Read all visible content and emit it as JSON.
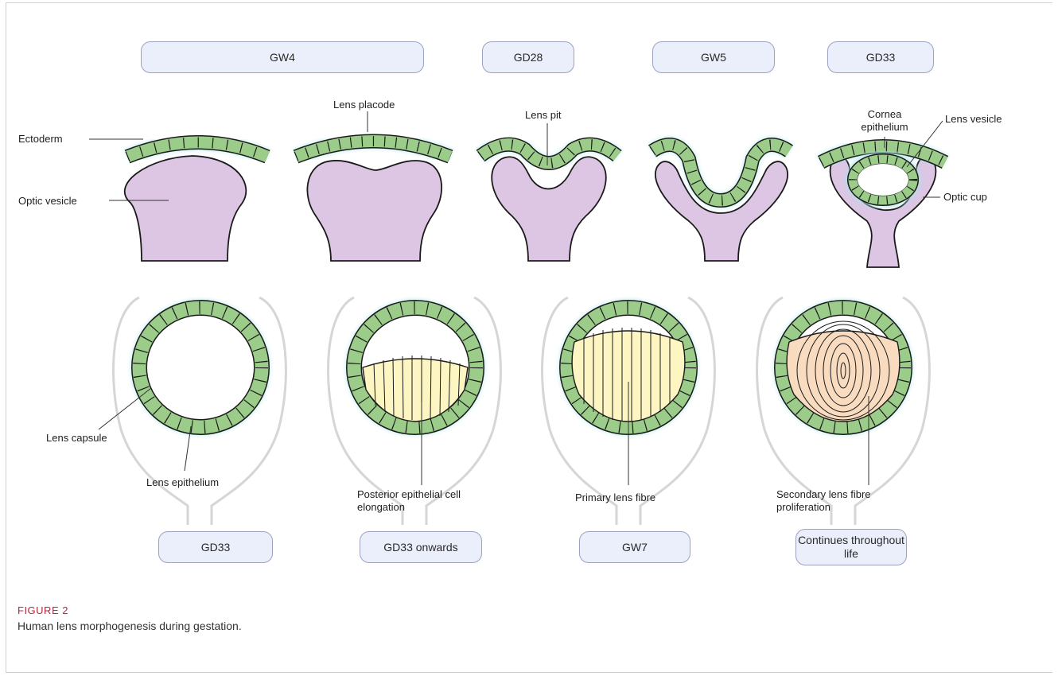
{
  "stages_top": [
    "GW4",
    "GD28",
    "GW5",
    "GD33"
  ],
  "stages_bottom": [
    "GD33",
    "GD33 onwards",
    "GW7",
    "Continues throughout life"
  ],
  "labels": {
    "ectoderm": "Ectoderm",
    "optic_vesicle": "Optic vesicle",
    "lens_placode": "Lens placode",
    "lens_pit": "Lens pit",
    "cornea_epithelium": "Cornea epithelium",
    "lens_vesicle": "Lens vesicle",
    "optic_cup": "Optic cup",
    "lens_capsule": "Lens capsule",
    "lens_epithelium": "Lens epithelium",
    "posterior_elongation": "Posterior epithelial cell elongation",
    "primary_fibre": "Primary lens fibre",
    "secondary_fibre": "Secondary lens fibre proliferation"
  },
  "caption": {
    "heading": "FIGURE 2",
    "text": "Human lens morphogenesis during gestation."
  },
  "colors": {
    "epithelium": "#9ccc8a",
    "optic_tissue": "#dcc6e4",
    "fibre_primary": "#fdf5c2",
    "fibre_secondary": "#f9dcc0",
    "capsule_glow": "#a8e4ea",
    "pill_fill": "#ebeefb",
    "pill_border": "#9aa2c0",
    "caption_heading": "#b12a3c"
  }
}
